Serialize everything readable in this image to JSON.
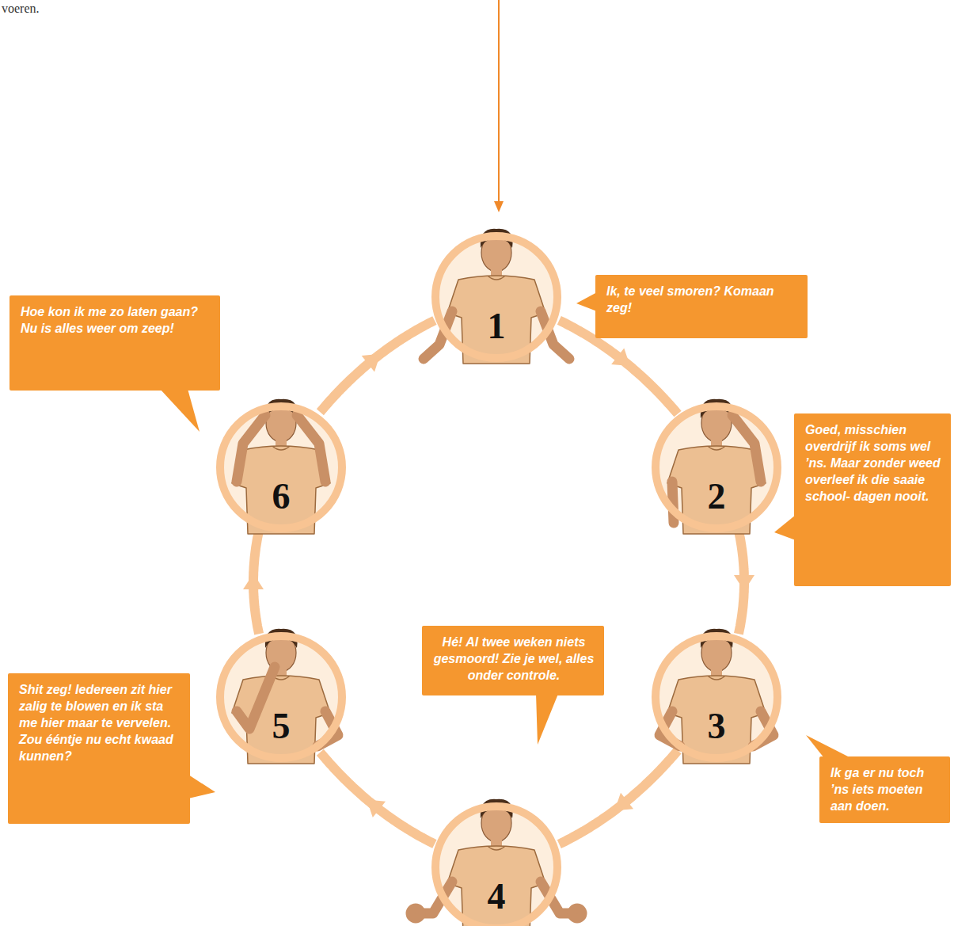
{
  "diagram": {
    "nodes": [
      {
        "text": [
          "1"
        ]
      },
      {
        "text": [
          "Ik, te veel smoren? Komaan zeg!"
        ]
      },
      {
        "text": [
          "2"
        ]
      },
      {
        "text": [
          "Goed, misschien overdrijf ik soms wel ’ns. Maar zonder weed overleef ik die saaie school- dagen nooit."
        ]
      },
      {
        "text": [
          "3"
        ]
      },
      {
        "text": [
          "Ik ga er nu toch ’ns iets moeten aan doen."
        ]
      },
      {
        "text": [
          "4"
        ]
      },
      {
        "text": [
          "Hé! Al twee weken niets gesmoord! Zie je wel, alles onder controle."
        ]
      },
      {
        "text": [
          "5"
        ]
      },
      {
        "text": [
          "Shit zeg! Iedereen zit hier zalig te blowen en ik sta me hier maar te vervelen. Zou ééntje nu echt kwaad kunnen?"
        ]
      },
      {
        "text": [
          "6"
        ]
      },
      {
        "text": [
          "Hoe kon ik me zo laten gaan? Nu is alles weer om zeep!"
        ]
      }
    ],
    "edges": [
      {
        "from": 0,
        "to": 2,
        "arrow": "to"
      },
      {
        "from": 2,
        "to": 4,
        "arrow": "to"
      },
      {
        "from": 4,
        "to": 6,
        "arrow": "to"
      },
      {
        "from": 6,
        "to": 8,
        "arrow": "to"
      },
      {
        "from": 8,
        "to": 10,
        "arrow": "to"
      },
      {
        "from": 10,
        "to": 0,
        "arrow": "to"
      }
    ],
    "labels": [
      "voeren."
    ]
  }
}
